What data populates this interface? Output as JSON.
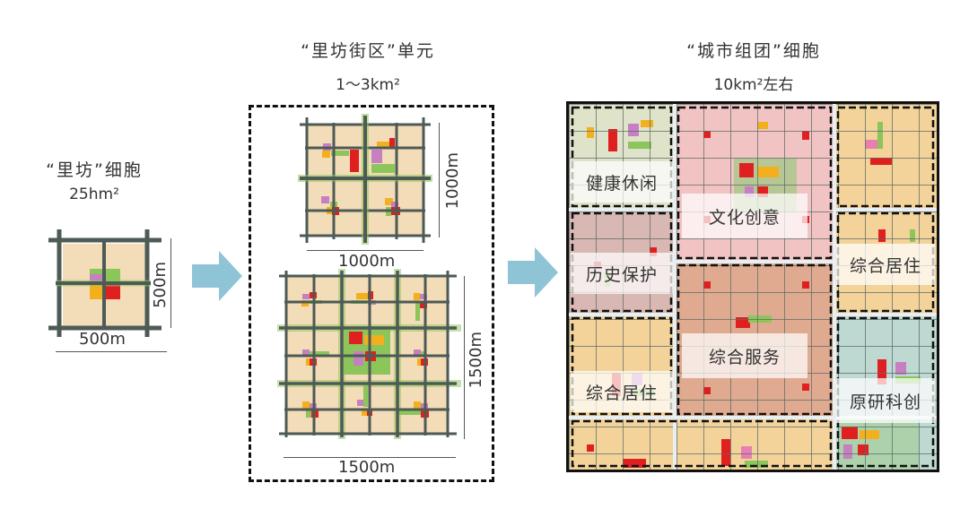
{
  "stage1": {
    "title": "“里坊”细胞",
    "area": "25hm²",
    "width_label": "500m",
    "height_label": "500m"
  },
  "stage2": {
    "title": "“里坊街区”单元",
    "area": "1～3km²",
    "small_width_label": "1000m",
    "small_height_label": "1000m",
    "large_width_label": "1500m",
    "large_height_label": "1500m"
  },
  "stage3": {
    "title": "“城市组团”细胞",
    "area": "10km²左右",
    "zones": [
      {
        "label": "健康休闲",
        "color": "#dfe3c9"
      },
      {
        "label": "文化创意",
        "color": "#f2c3c3"
      },
      {
        "label": "综合居住",
        "color": "#f3d39a"
      },
      {
        "label": "历史保护",
        "color": "#d9b8b3"
      },
      {
        "label": "综合服务",
        "color": "#dfaa90"
      },
      {
        "label": "综合居住",
        "color": "#f3d39a"
      },
      {
        "label": "原研科创",
        "color": "#bed8d2"
      }
    ]
  },
  "colors": {
    "block_fill": "#f3dcb8",
    "road": "#4d5a56",
    "green": "#8cc55a",
    "red": "#e02020",
    "orange": "#f2b01e",
    "purple": "#c67fc0",
    "arrow": "#8fc4d6"
  },
  "arrows": [
    {
      "name": "arrow-1",
      "direction": "right"
    },
    {
      "name": "arrow-2",
      "direction": "right"
    }
  ]
}
